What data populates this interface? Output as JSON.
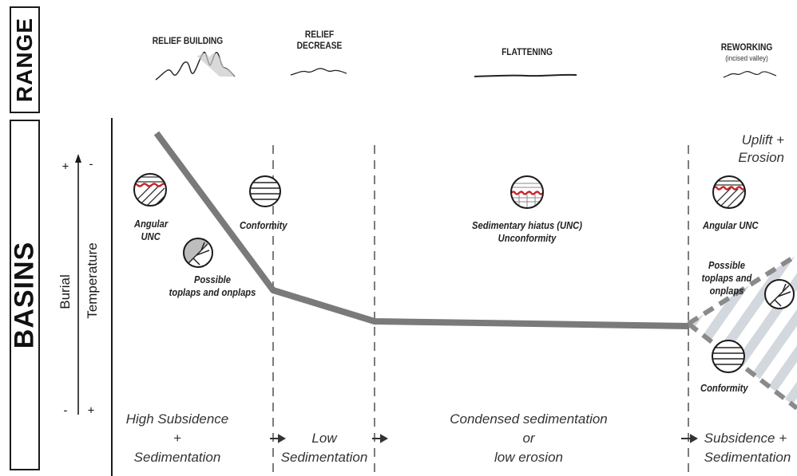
{
  "side_labels": {
    "range": "RANGE",
    "basins": "BASINS"
  },
  "axis": {
    "burial": "Burial",
    "temperature": "Temperature",
    "burial_top_sign": "+",
    "temperature_top_sign": "-",
    "burial_bottom_sign": "-",
    "temperature_bottom_sign": "+"
  },
  "stages": {
    "relief_building": "RELIEF BUILDING",
    "relief_decrease_line1": "RELIEF",
    "relief_decrease_line2": "DECREASE",
    "flattening": "FLATTENING",
    "reworking": "REWORKING",
    "reworking_sub": "(incised valley)"
  },
  "labels": {
    "angular_unc_1_line1": "Angular",
    "angular_unc_1_line2": "UNC",
    "conformity_1": "Conformity",
    "possible_1_line1": "Possible",
    "possible_1_line2": "toplaps and onplaps",
    "hiatus_line1": "Sedimentary hiatus (UNC)",
    "hiatus_line2": "Unconformity",
    "angular_unc_2": "Angular UNC",
    "possible_2_line1": "Possible",
    "possible_2_line2": "toplaps and",
    "possible_2_line3": "onplaps",
    "conformity_2": "Conformity",
    "uplift_line1": "Uplift +",
    "uplift_line2": "Erosion"
  },
  "bottom": {
    "high_line1": "High Subsidence",
    "high_line2": "+",
    "high_line3": "Sedimentation",
    "low_line1": "Low",
    "low_line2": "Sedimentation",
    "condensed_line1": "Condensed sedimentation",
    "condensed_line2": "or",
    "condensed_line3": "low erosion",
    "subs_line1": "Subsidence +",
    "subs_line2": "Sedimentation"
  },
  "colors": {
    "curve": "#7a7a7a",
    "unconformity_red": "#c8262c",
    "wedge_hatch": "#d3d8de",
    "dashed_line": "#444444"
  },
  "icons": [
    "angular-unconformity-icon",
    "conformity-icon",
    "toplap-onlap-icon",
    "sedimentary-hiatus-icon"
  ]
}
